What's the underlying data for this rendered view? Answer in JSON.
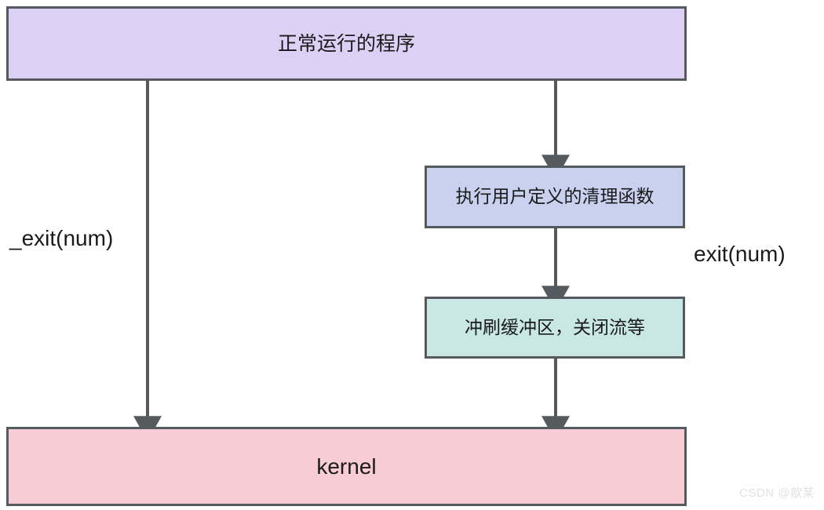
{
  "diagram": {
    "title": "exit vs _exit process termination flow",
    "background": "#ffffff",
    "border_color": "#555a5e",
    "arrow_color": "#555a5e",
    "nodes": [
      {
        "id": "program",
        "label": "正常运行的程序",
        "fill": "#dcd0f5"
      },
      {
        "id": "cleanup",
        "label": "执行用户定义的清理函数",
        "fill": "#c9d1ee"
      },
      {
        "id": "flush",
        "label": "冲刷缓冲区，关闭流等",
        "fill": "#c9e7e4"
      },
      {
        "id": "kernel",
        "label": "kernel",
        "fill": "#f7ccd4"
      }
    ],
    "edge_labels": {
      "left": "_exit(num)",
      "right": "exit(num)"
    }
  },
  "watermark": {
    "text": "CSDN @歆某"
  }
}
